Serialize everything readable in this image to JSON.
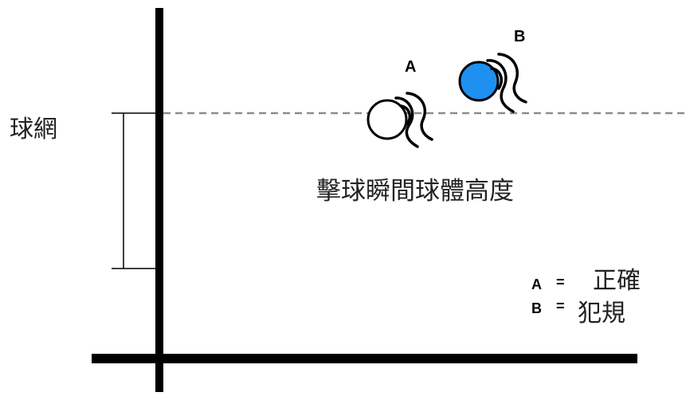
{
  "labels": {
    "net": "球網",
    "ball_height": "擊球瞬間球體高度",
    "ball_a": "A",
    "ball_b": "B"
  },
  "legend": {
    "items": [
      {
        "key": "A",
        "sep": "=",
        "value": "正確"
      },
      {
        "key": "B",
        "sep": "=",
        "value": "犯規"
      }
    ]
  },
  "colors": {
    "line": "#000000",
    "dashed_net_top": "#8c8c8c",
    "ball_a_fill": "#ffffff",
    "ball_b_fill": "#1e90f0",
    "text": "#222222"
  }
}
